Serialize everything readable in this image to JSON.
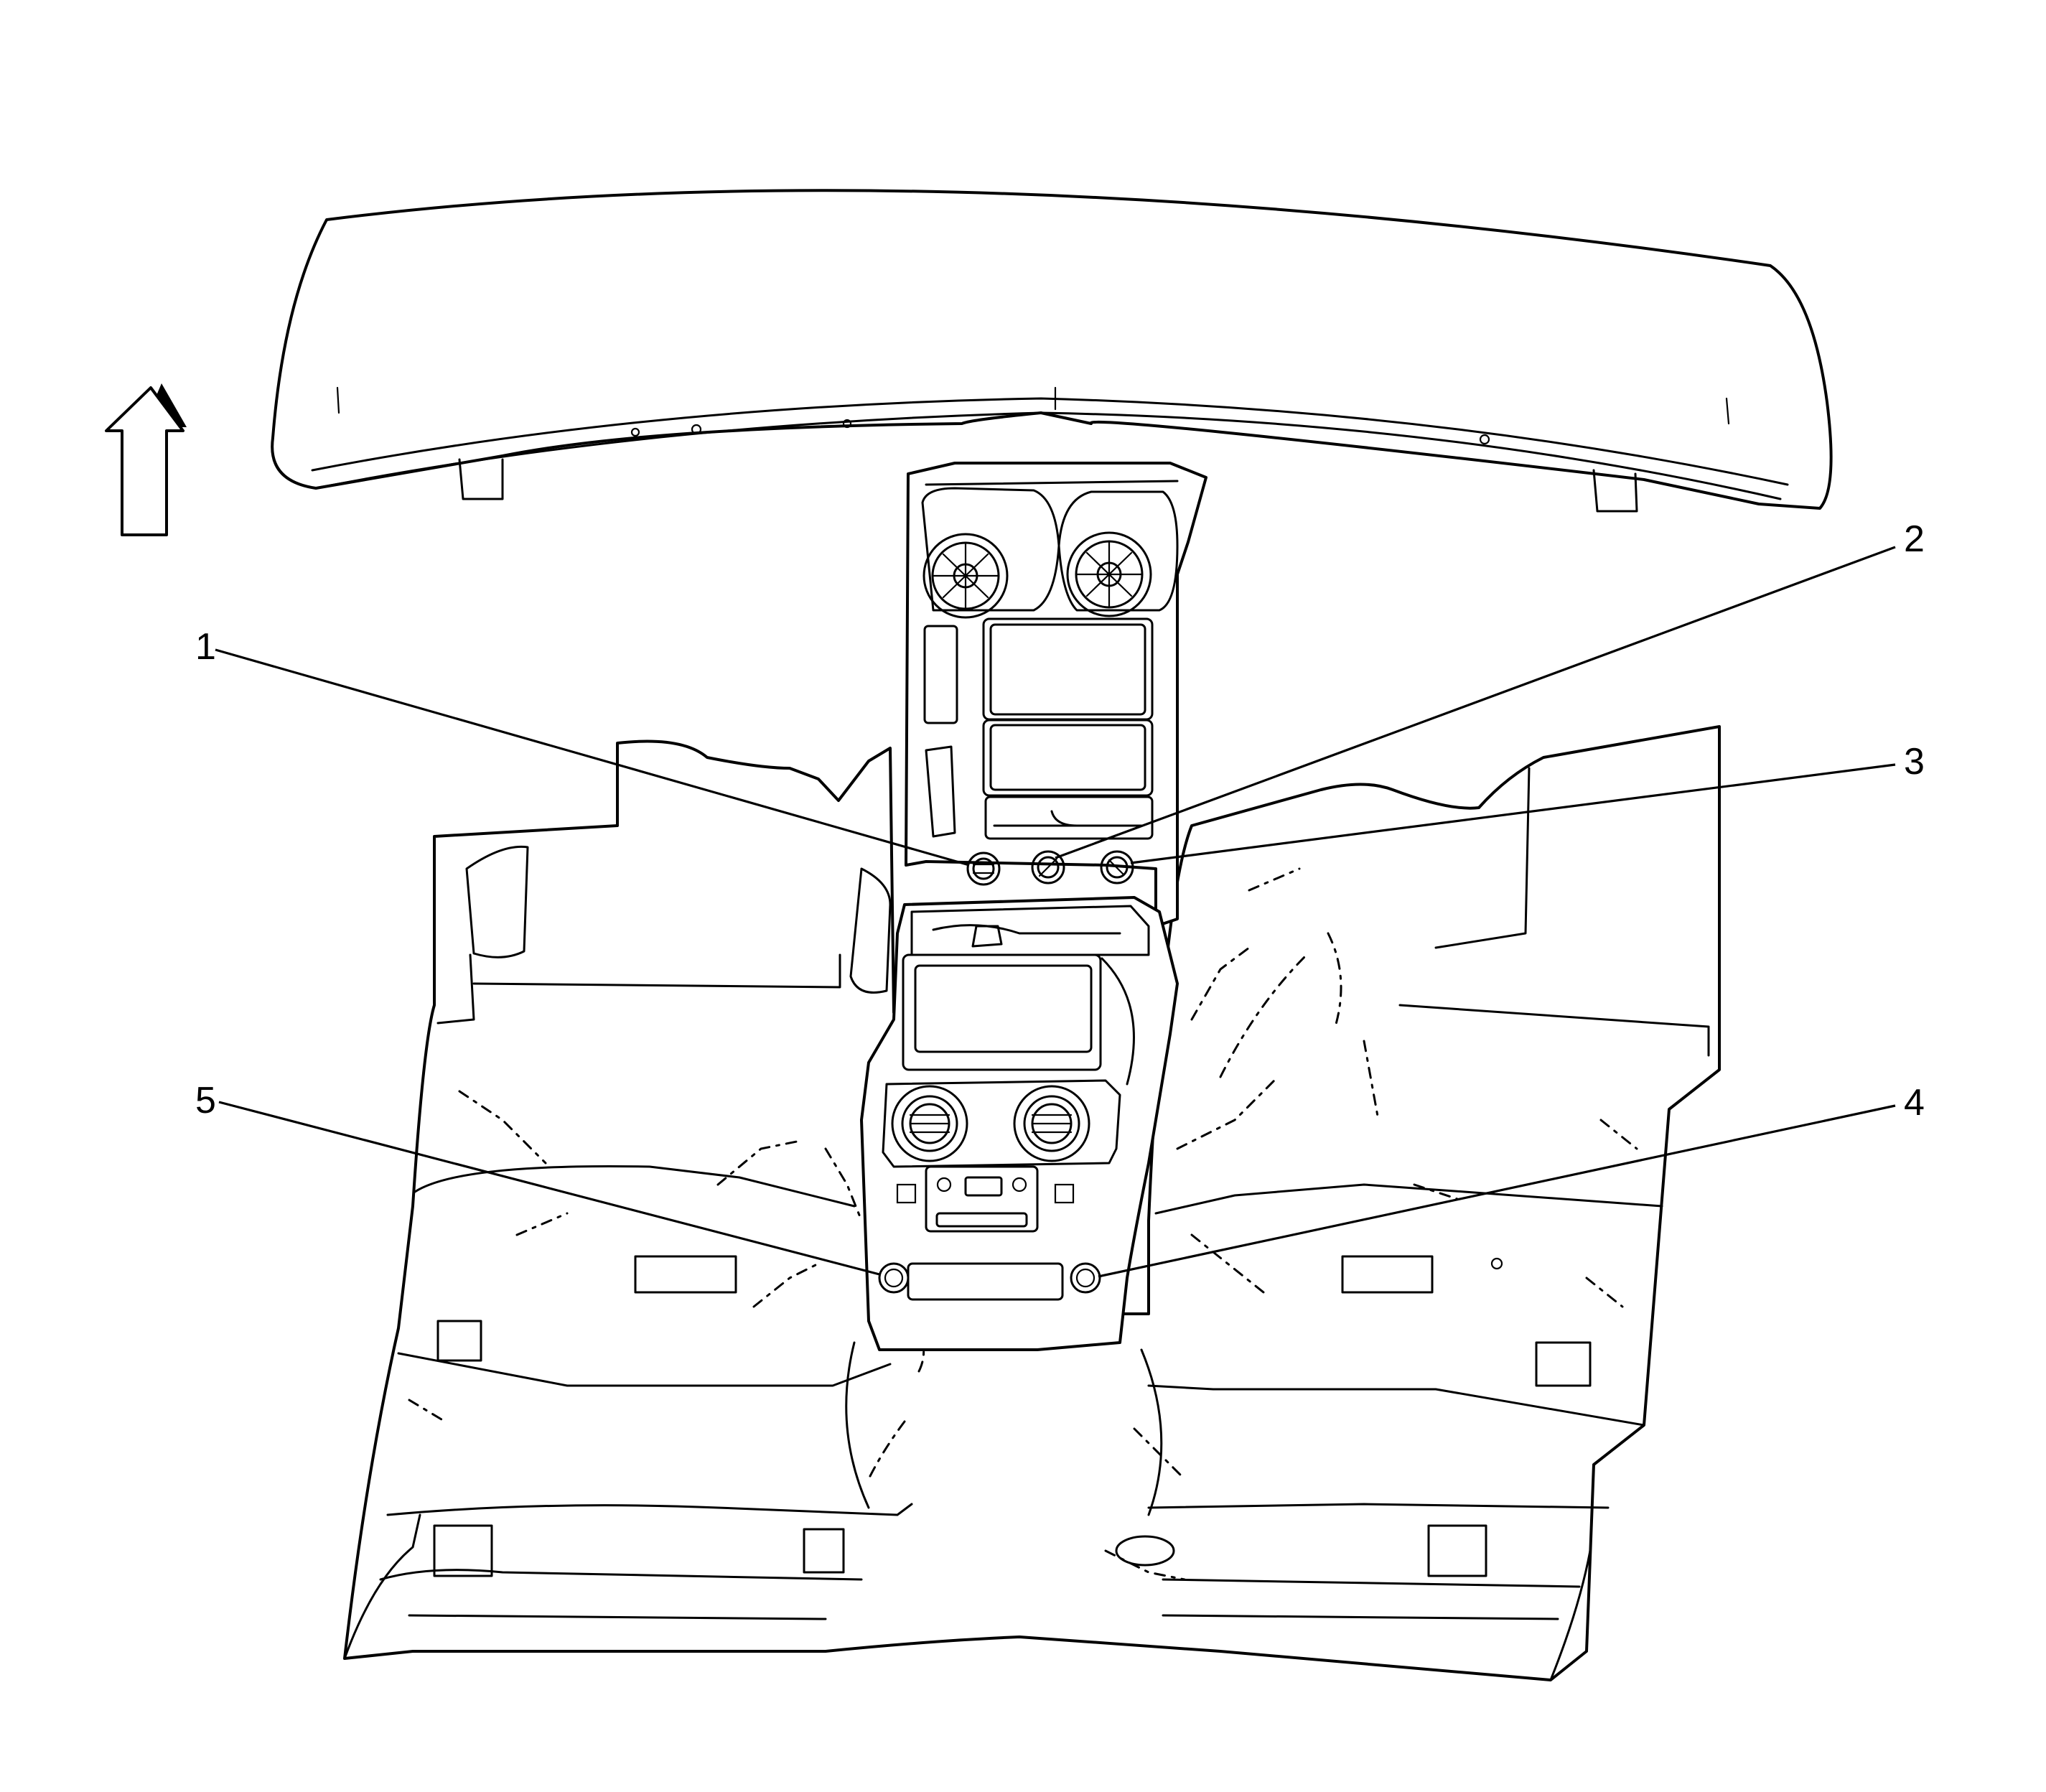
{
  "callouts": [
    {
      "label": "1"
    },
    {
      "label": "2"
    },
    {
      "label": "3"
    },
    {
      "label": "4"
    },
    {
      "label": "5"
    }
  ],
  "icons": {
    "direction_arrow": "front-direction-arrow-icon"
  },
  "colors": {
    "line": "#000000",
    "background": "#ffffff"
  }
}
